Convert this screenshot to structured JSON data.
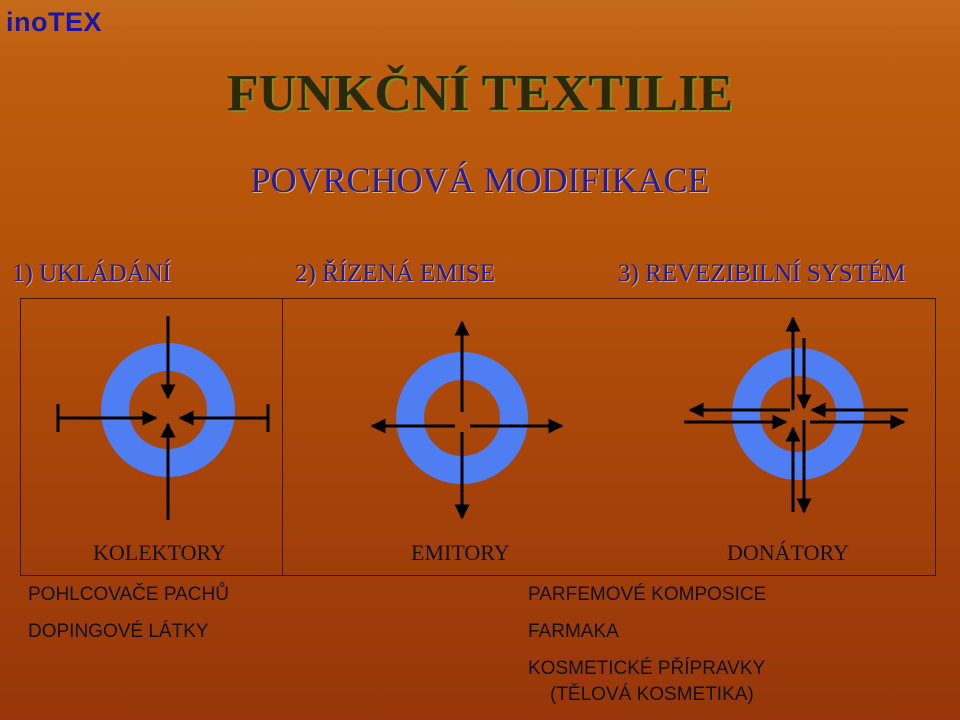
{
  "logo": "inoTEX",
  "title": "FUNKČNÍ TEXTILIE",
  "subtitle": "POVRCHOVÁ MODIFIKACE",
  "categories": [
    "1) UKLÁDÁNÍ",
    "2) ŘÍZENÁ EMISE",
    "3) REVEZIBILNÍ SYSTÉM"
  ],
  "diagram_labels": [
    "KOLEKTORY",
    "EMITORY",
    "DONÁTORY"
  ],
  "left_list": [
    "POHLCOVAČE PACHŮ",
    "DOPINGOVÉ LÁTKY"
  ],
  "right_list": [
    "PARFEMOVÉ KOMPOSICE",
    "FARMAKA",
    "KOSMETICKÉ PŘÍPRAVKY",
    "(TĚLOVÁ KOSMETIKA)"
  ],
  "colors": {
    "ring": "#4f7df2",
    "arrow": "#000000",
    "title": "#2a2a0a",
    "heading": "#1b1b9c",
    "logo": "#1616a8"
  }
}
